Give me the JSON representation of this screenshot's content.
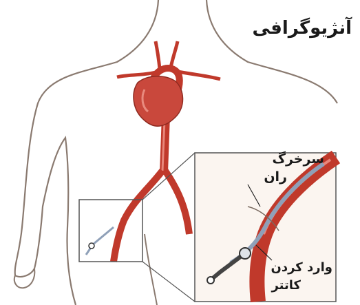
{
  "title": "آنژیوگرافی",
  "labels": {
    "femoral_artery_line1": "سرخرگ",
    "femoral_artery_line2": "ران",
    "catheter_line1": "وارد کردن",
    "catheter_line2": "کاتتر"
  },
  "colors": {
    "artery": "#c0392b",
    "artery_highlight": "#e8867a",
    "heart": "#c9483c",
    "body_outline": "#8a7a70",
    "skin": "#fbf5f0",
    "catheter": "#8fa0b8",
    "frame": "#555555"
  }
}
